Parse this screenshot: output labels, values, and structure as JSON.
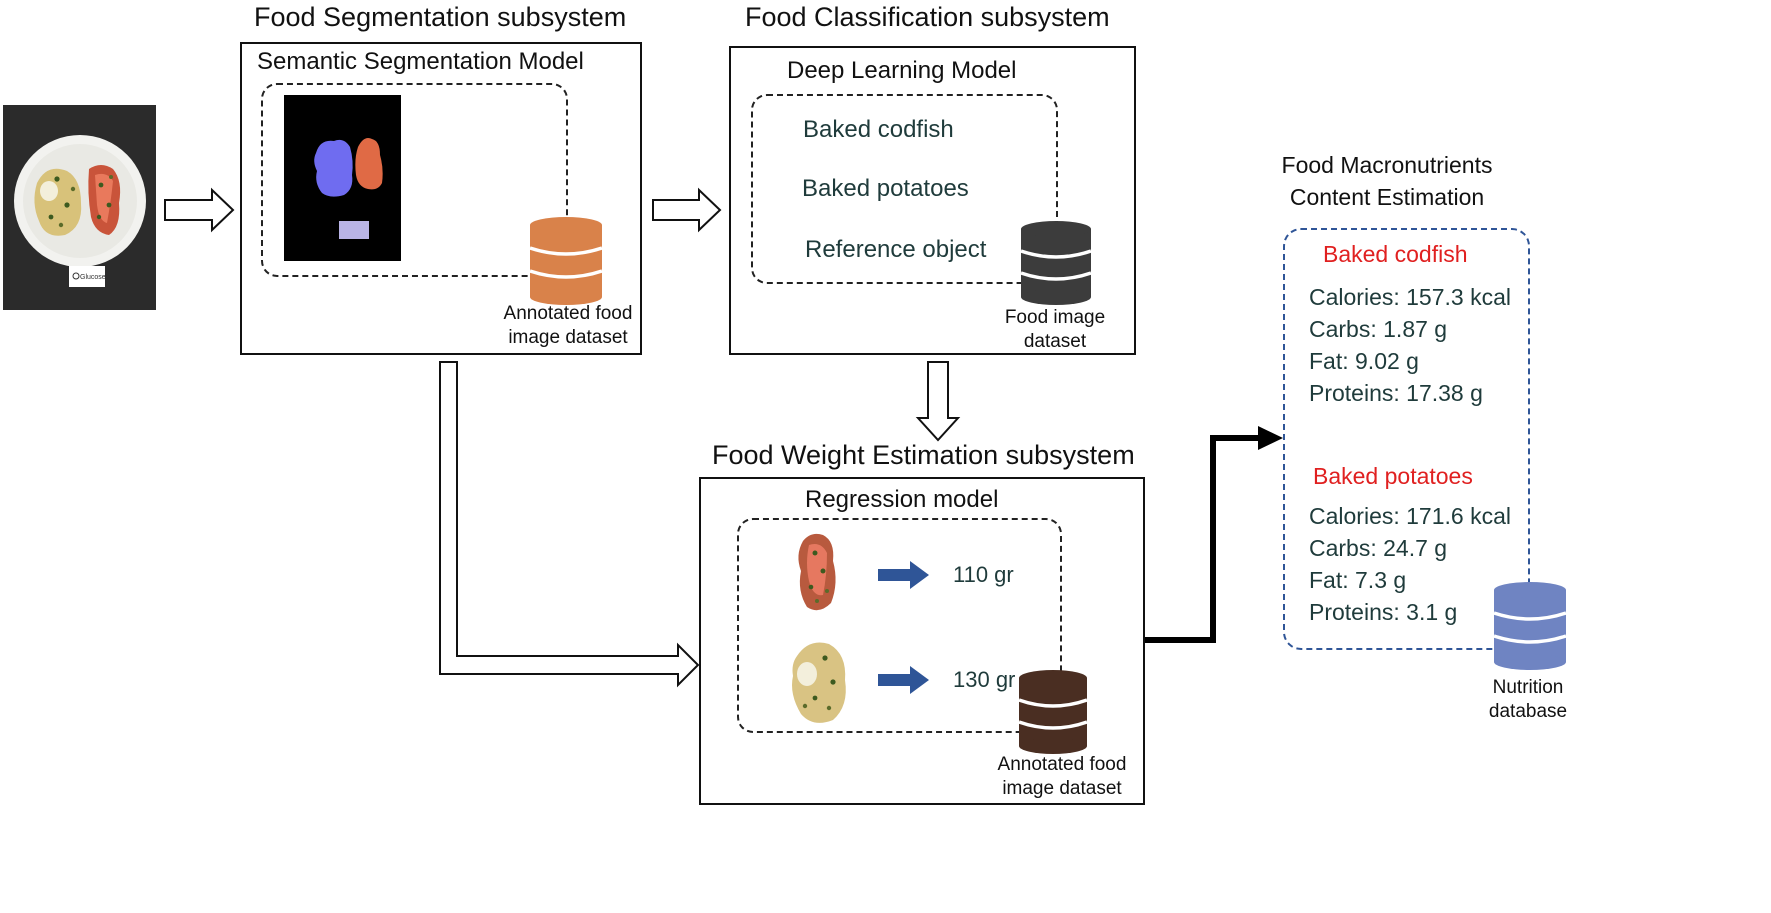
{
  "segmentation": {
    "title": "Food Segmentation subsystem",
    "model_label": "Semantic Segmentation Model",
    "dataset_label_line1": "Annotated food",
    "dataset_label_line2": "image dataset"
  },
  "classification": {
    "title": "Food Classification subsystem",
    "model_label": "Deep Learning Model",
    "classes": [
      "Baked codfish",
      "Baked potatoes",
      "Reference object"
    ],
    "dataset_label_line1": "Food image",
    "dataset_label_line2": "dataset"
  },
  "weight": {
    "title": "Food Weight Estimation subsystem",
    "model_label": "Regression model",
    "outputs": [
      "110 gr",
      "130 gr"
    ],
    "dataset_label_line1": "Annotated food",
    "dataset_label_line2": "image dataset"
  },
  "macro": {
    "title_line1": "Food Macronutrients",
    "title_line2": "Content Estimation",
    "foods": [
      {
        "name": "Baked codfish",
        "lines": [
          "Calories: 157.3 kcal",
          "Carbs: 1.87 g",
          "Fat: 9.02 g",
          "Proteins: 17.38 g"
        ]
      },
      {
        "name": "Baked potatoes",
        "lines": [
          "Calories: 171.6 kcal",
          "Carbs: 24.7 g",
          "Fat: 7.3 g",
          "Proteins: 3.1 g"
        ]
      }
    ],
    "db_label_line1": "Nutrition",
    "db_label_line2": "database"
  },
  "input_photo": {
    "card_text": "Glucose"
  },
  "colors": {
    "seg_db": "#d9824a",
    "cls_db": "#3c3c3c",
    "weight_db": "#4a2e22",
    "nutri_db": "#6f84c2",
    "mask_codfish": "#e06a45",
    "mask_potatoes": "#6f6cf0",
    "mask_reference": "#b9b4e6",
    "blue_arrow": "#2f5597",
    "class_text": "#1f3b3b",
    "food_name": "#e02020"
  }
}
